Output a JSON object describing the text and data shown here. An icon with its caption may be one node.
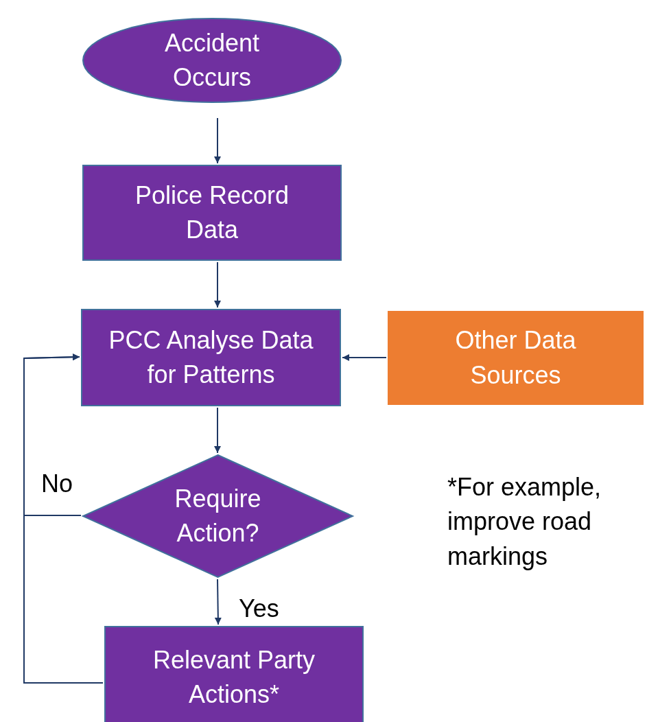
{
  "diagram": {
    "nodes": [
      {
        "text": [
          "Accident Occurs"
        ]
      },
      {
        "text": [
          "Police Record Data"
        ]
      },
      {
        "text": [
          "PCC Analyse Data for Patterns"
        ]
      },
      {
        "text": [
          "Require Action?"
        ]
      },
      {
        "text": [
          "Relevant Party Actions*"
        ]
      },
      {
        "text": [
          "Other Data Sources"
        ]
      }
    ],
    "edges": [
      {
        "from": 0,
        "to": 1,
        "arrow": "to"
      },
      {
        "from": 1,
        "to": 2,
        "arrow": "to"
      },
      {
        "from": 5,
        "to": 2,
        "arrow": "to"
      },
      {
        "from": 2,
        "to": 3,
        "arrow": "to"
      },
      {
        "from": 3,
        "to": 4,
        "arrow": "to",
        "label": "Yes"
      },
      {
        "from": 3,
        "to": 2,
        "arrow": "to",
        "label": "No"
      },
      {
        "from": 4,
        "to": 2,
        "arrow": "to"
      }
    ],
    "labels": [
      "*For example, improve road markings"
    ]
  }
}
